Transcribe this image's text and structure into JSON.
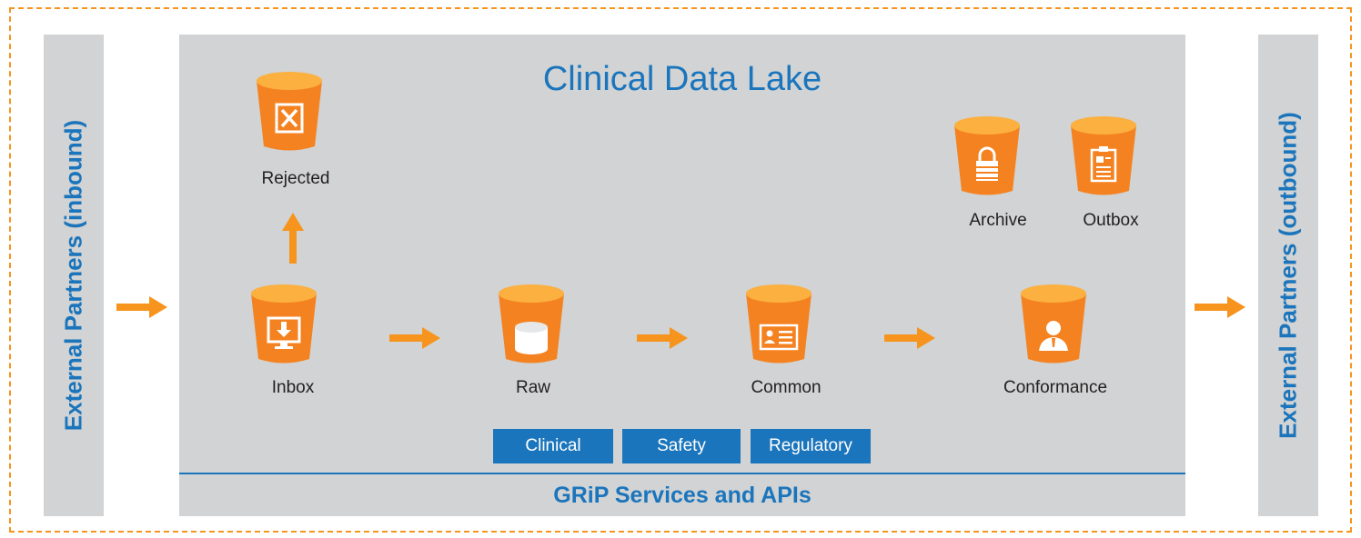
{
  "left_panel": {
    "label": "External Partners  (inbound)"
  },
  "right_panel": {
    "label": "External Partners  (outbound)"
  },
  "lake": {
    "title": "Clinical Data Lake",
    "footer": "GRiP Services and APIs",
    "tags": [
      "Clinical",
      "Safety",
      "Regulatory"
    ]
  },
  "buckets": {
    "rejected": {
      "label": "Rejected",
      "icon": "reject-x-icon"
    },
    "inbox": {
      "label": "Inbox",
      "icon": "download-monitor-icon"
    },
    "raw": {
      "label": "Raw",
      "icon": "database-icon"
    },
    "common": {
      "label": "Common",
      "icon": "id-card-icon"
    },
    "conformance": {
      "label": "Conformance",
      "icon": "person-icon"
    },
    "archive": {
      "label": "Archive",
      "icon": "lock-icon"
    },
    "outbox": {
      "label": "Outbox",
      "icon": "clipboard-icon"
    }
  },
  "colors": {
    "orange": "#f7941d",
    "orange_dark": "#f58220",
    "orange_light": "#fbb040",
    "blue": "#1b75bc",
    "gray": "#d1d3d4"
  }
}
